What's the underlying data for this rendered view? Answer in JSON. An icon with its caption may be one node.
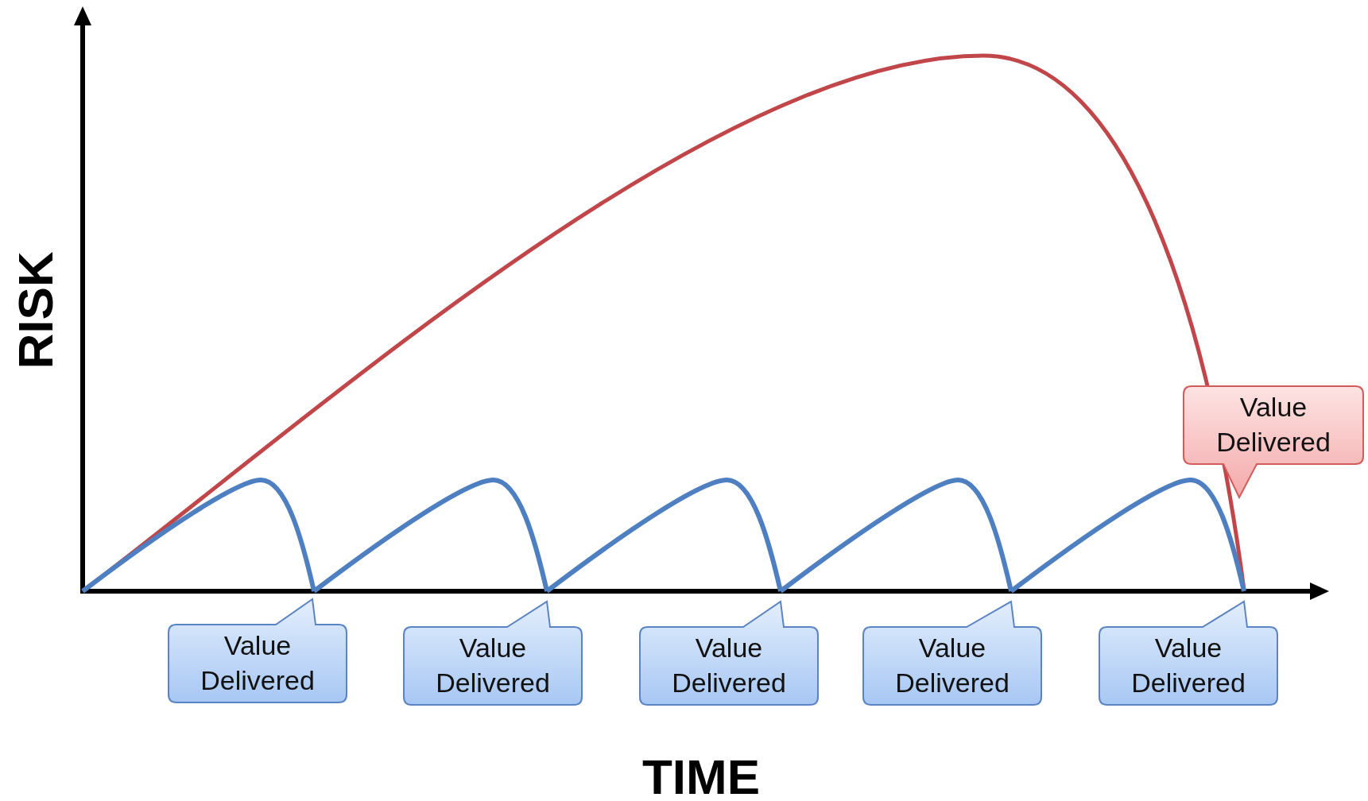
{
  "diagram": {
    "nodes": [
      {
        "text": [
          "Value Delivered"
        ]
      },
      {
        "text": [
          "Value Delivered"
        ]
      },
      {
        "text": [
          "Value Delivered"
        ]
      },
      {
        "text": [
          "Value Delivered"
        ]
      },
      {
        "text": [
          "Value Delivered"
        ]
      },
      {
        "text": [
          "Value Delivered"
        ]
      }
    ],
    "labels": [
      "RISK",
      "TIME"
    ]
  }
}
